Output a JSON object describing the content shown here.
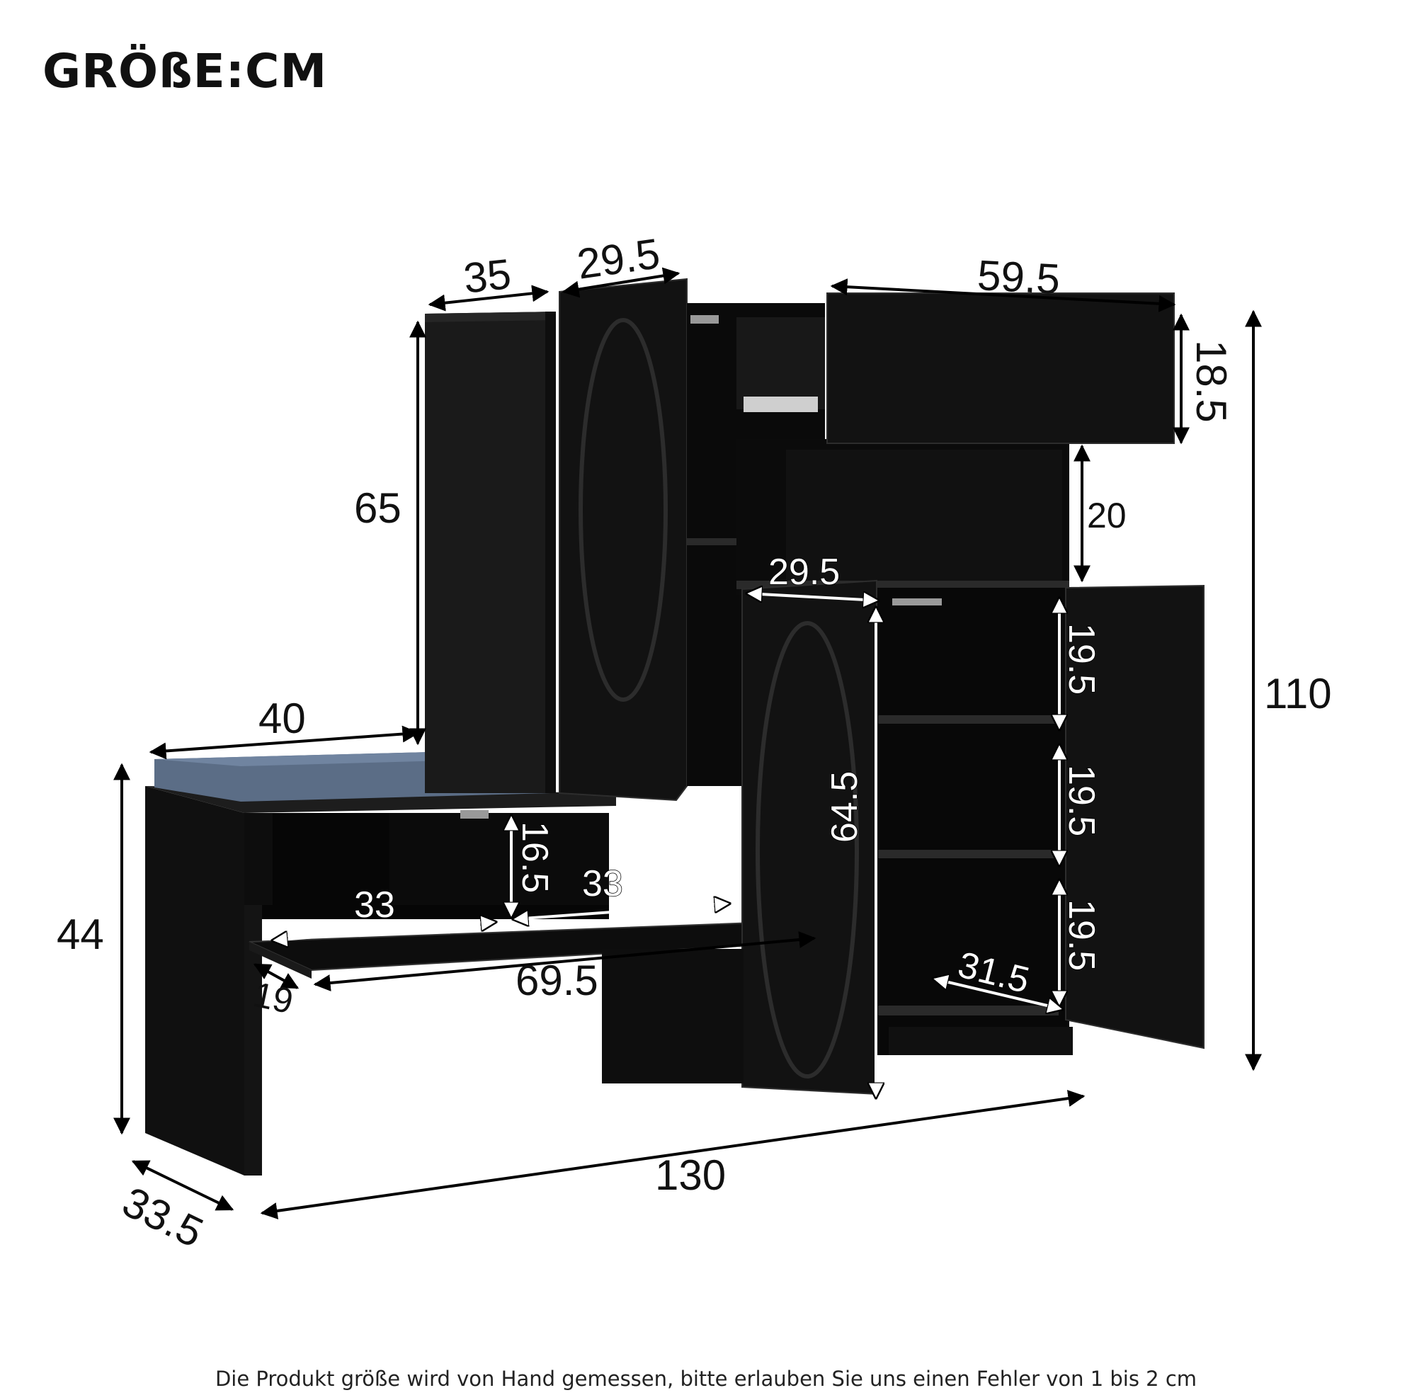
{
  "title": "GRÖßE:CM",
  "footnote": "Die Produkt größe wird von Hand gemessen, bitte erlauben Sie uns einen Fehler von 1 bis 2 cm",
  "colors": {
    "cabinet": "#141414",
    "cabinet_inner": "#0b0b0b",
    "edge": "#3a3a3a",
    "cushion": "#5b6d86",
    "arrow_dark": "#000000",
    "arrow_light": "#ffffff"
  },
  "dimensions": {
    "tall_depth": "35",
    "tall_door_width": "29.5",
    "drawer_width": "59.5",
    "drawer_height": "18.5",
    "tall_height": "65",
    "upper_shelf_height": "20",
    "total_height": "110",
    "door_width_inner": "29.5",
    "compartment_1": "19.5",
    "compartment_2": "19.5",
    "compartment_3": "19.5",
    "inner_height": "64.5",
    "bench_width": "40",
    "bench_inner_height": "16.5",
    "bench_inner_width_left": "33",
    "bench_inner_width_right": "33",
    "inner_depth": "31.5",
    "shelf_width": "69.5",
    "shelf_depth": "19",
    "bench_height": "44",
    "total_width": "130",
    "total_depth": "33.5"
  }
}
